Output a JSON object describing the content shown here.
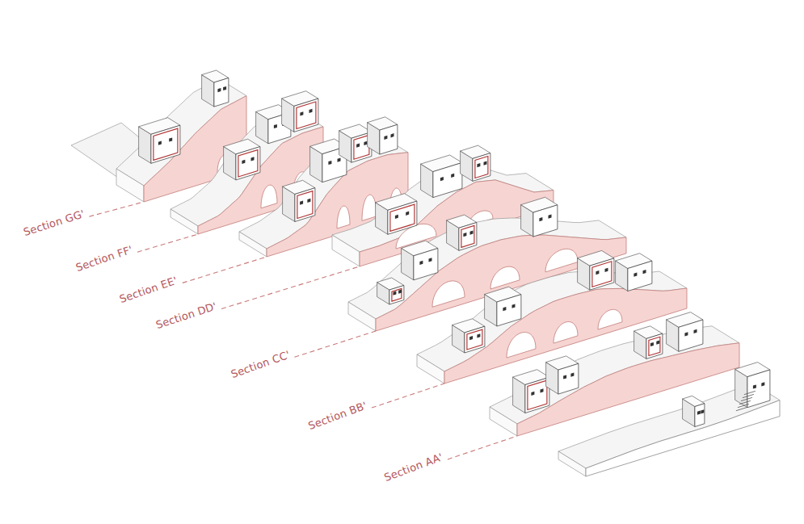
{
  "diagram": {
    "labels": [
      "Section GG'",
      "Section FF'",
      "Section EE'",
      "Section DD'",
      "Section CC'",
      "Section BB'",
      "Section AA'"
    ]
  }
}
